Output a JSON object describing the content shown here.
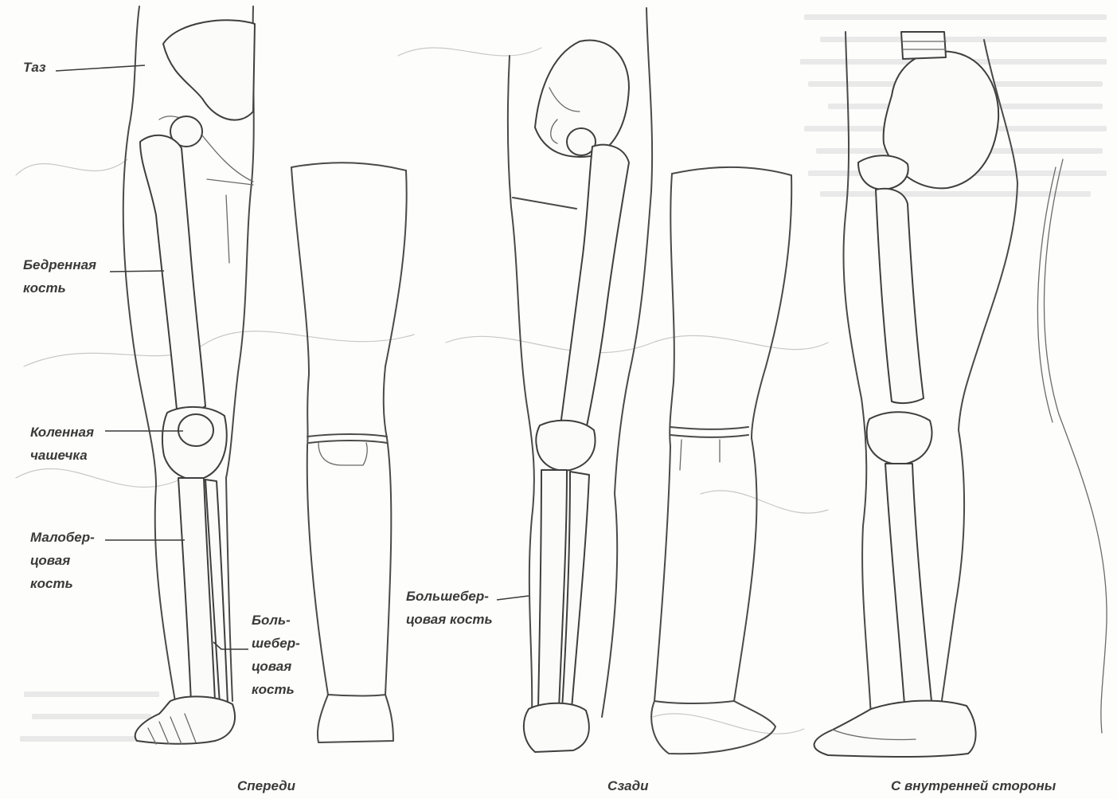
{
  "labels": {
    "pelvis": "Таз",
    "femur": "Бедренная\nкость",
    "patella": "Коленная\nчашечка",
    "fibula": "Малобер-\nцовая\nкость",
    "tibia_front": "Боль-\nшебер-\nцовая\nкость",
    "tibia_back": "Большебер-\nцовая кость"
  },
  "captions": {
    "front": "Спереди",
    "back": "Сзади",
    "inner_side": "С внутренней стороны"
  }
}
